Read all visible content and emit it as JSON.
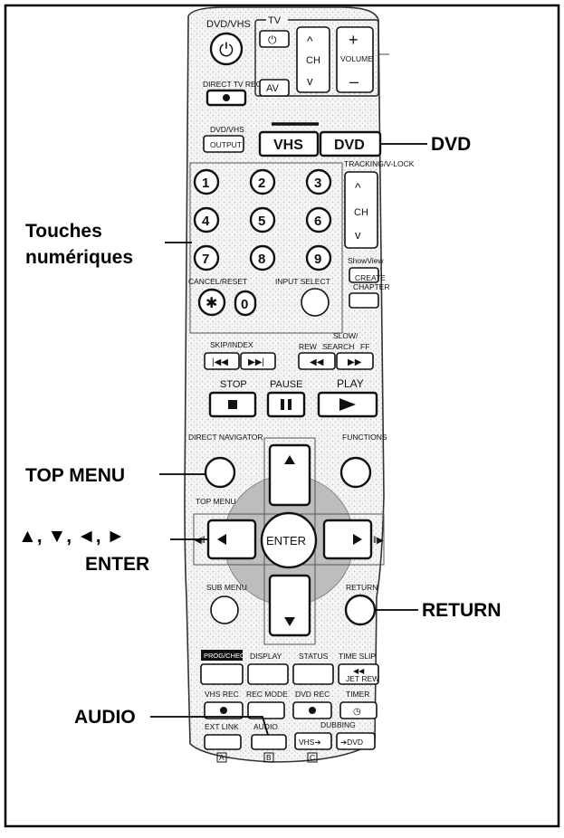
{
  "callouts": {
    "dvd": "DVD",
    "numeric_keys_line1": "Touches",
    "numeric_keys_line2": "numériques",
    "top_menu": "TOP MENU",
    "arrows": "▲, ▼, ◄, ►",
    "enter": "ENTER",
    "return": "RETURN",
    "audio": "AUDIO"
  },
  "remote": {
    "dvd_vhs_top": "DVD/VHS",
    "tv": "TV",
    "direct_tv_rec": "DIRECT TV REC",
    "av": "AV",
    "ch": "CH",
    "volume": "VOLUME",
    "dvd_vhs_output_line1": "DVD/VHS",
    "output": "OUTPUT",
    "vhs": "VHS",
    "dvd": "DVD",
    "tracking": "TRACKING/V-LOCK",
    "ch2": "CH",
    "digits": [
      "1",
      "2",
      "3",
      "4",
      "5",
      "6",
      "7",
      "8",
      "9",
      "0"
    ],
    "star": "✱",
    "showview": "ShowView",
    "cancel_reset": "CANCEL/RESET",
    "input_select": "INPUT SELECT",
    "create": "CREATE",
    "chapter": "CHAPTER",
    "skip_index": "SKIP/INDEX",
    "slow": "SLOW/",
    "rew": "REW",
    "search": "SEARCH",
    "ff": "FF",
    "stop": "STOP",
    "pause": "PAUSE",
    "play": "PLAY",
    "direct_navigator": "DIRECT NAVIGATOR",
    "functions": "FUNCTIONS",
    "top_menu": "TOP MENU",
    "enter": "ENTER",
    "sub_menu": "SUB MENU",
    "return": "RETURN",
    "prog_check": "PROG/CHECK",
    "display": "DISPLAY",
    "status": "STATUS",
    "time_slip": "TIME SLIP",
    "jet_rew": "JET REW",
    "vhs_rec": "VHS REC",
    "rec_mode": "REC MODE",
    "dvd_rec": "DVD REC",
    "timer": "TIMER",
    "ext_link": "EXT LINK",
    "audio": "AUDIO",
    "dubbing": "DUBBING",
    "vhs_to": "VHS➔",
    "to_dvd": "➔DVD",
    "a": "A",
    "b": "B",
    "c": "C"
  },
  "colors": {
    "ink": "#000000",
    "panel": "#ffffff",
    "ring": "#b8b8b8"
  }
}
